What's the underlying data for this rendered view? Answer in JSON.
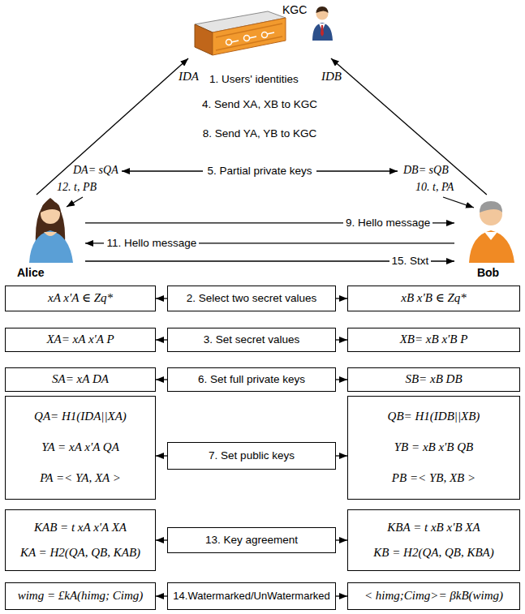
{
  "diagram": {
    "nodes": [
      {
        "text": [
          "KGC"
        ]
      },
      {
        "text": [
          "Alice"
        ]
      },
      {
        "text": [
          "Bob"
        ]
      },
      {
        "text": [
          "xA x'A ∈ Zq*"
        ]
      },
      {
        "text": [
          "2. Select two secret values"
        ]
      },
      {
        "text": [
          "xB x'B ∈ Zq*"
        ]
      },
      {
        "text": [
          "XA= xA x'A P"
        ]
      },
      {
        "text": [
          "3. Set secret values"
        ]
      },
      {
        "text": [
          "XB= xB x'B P"
        ]
      },
      {
        "text": [
          "SA= xA DA"
        ]
      },
      {
        "text": [
          "6. Set full private keys"
        ]
      },
      {
        "text": [
          "SB= xB DB"
        ]
      },
      {
        "text": [
          "QA= H1(IDA||XA)",
          "YA = xA x'A QA",
          "PA =< YA, XA >"
        ]
      },
      {
        "text": [
          "7. Set public keys"
        ]
      },
      {
        "text": [
          "QB= H1(IDB||XB)",
          "YB = xB x'B QB",
          "PB =< YB, XB >"
        ]
      },
      {
        "text": [
          "KAB = t xA x'A XA",
          "KA = H2(QA, QB, KAB)"
        ]
      },
      {
        "text": [
          "13. Key agreement"
        ]
      },
      {
        "text": [
          "KBA = t xB x'B XA",
          "KB = H2(QA, QB, KBA)"
        ]
      },
      {
        "text": [
          "wimg = £kA(himg; Cimg)"
        ]
      },
      {
        "text": [
          "14.Watermarked/UnWatermarked"
        ]
      },
      {
        "text": [
          "< himg;Cimg>= βkB(wimg)"
        ]
      }
    ],
    "edges": [
      {
        "from": 1,
        "to": 0,
        "arrow": "to"
      },
      {
        "from": 2,
        "to": 0,
        "arrow": "to"
      },
      {
        "from": 1,
        "to": 2,
        "label": "9. Hello message",
        "arrow": "to"
      },
      {
        "from": 2,
        "to": 1,
        "label": "11. Hello message",
        "arrow": "to"
      },
      {
        "from": 1,
        "to": 2,
        "label": "15. Stxt",
        "arrow": "to"
      },
      {
        "from": 4,
        "to": 3,
        "arrow": "to"
      },
      {
        "from": 4,
        "to": 5,
        "arrow": "to"
      },
      {
        "from": 7,
        "to": 6,
        "arrow": "to"
      },
      {
        "from": 7,
        "to": 8,
        "arrow": "to"
      },
      {
        "from": 10,
        "to": 9,
        "arrow": "to"
      },
      {
        "from": 10,
        "to": 11,
        "arrow": "to"
      },
      {
        "from": 13,
        "to": 12,
        "arrow": "to"
      },
      {
        "from": 13,
        "to": 14,
        "arrow": "to"
      },
      {
        "from": 16,
        "to": 15,
        "arrow": "to"
      },
      {
        "from": 16,
        "to": 17,
        "arrow": "to"
      },
      {
        "from": 19,
        "to": 18,
        "arrow": "to"
      },
      {
        "from": 19,
        "to": 20,
        "arrow": "to"
      }
    ],
    "labels": [
      "IDA",
      "1. Users' identities",
      "IDB",
      "4. Send XA, XB to KGC",
      "8. Send YA, YB to KGC",
      "DA= sQA",
      "5. Partial private keys",
      "DB= sQB",
      "12. t, PB",
      "10. t, PA"
    ]
  }
}
